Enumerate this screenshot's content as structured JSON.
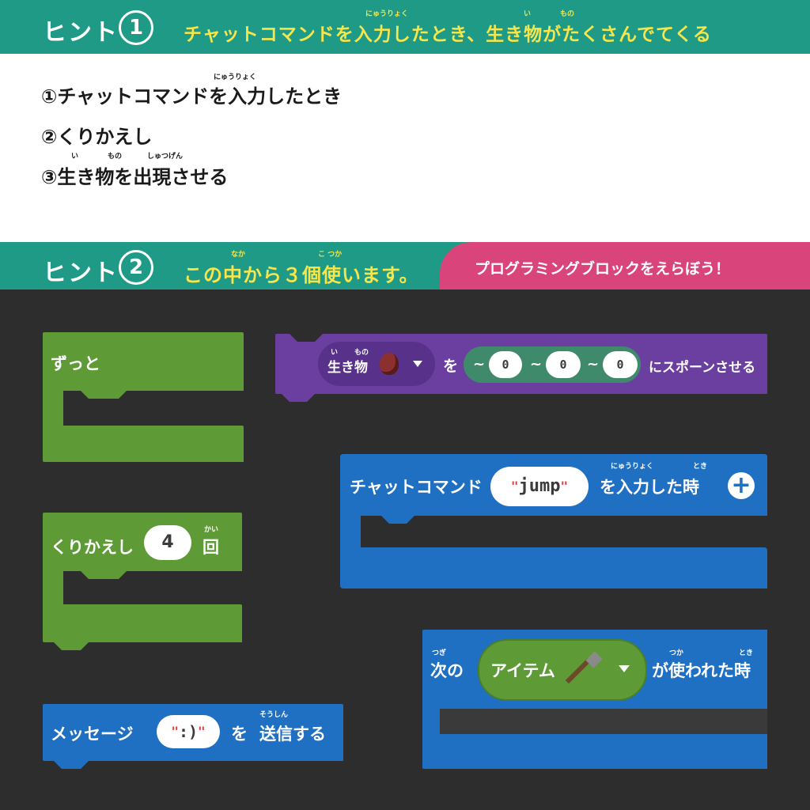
{
  "hint1": {
    "label": "ヒント",
    "number": "1",
    "title": "チャットコマンドを入力したとき、生き物がたくさんでてくる",
    "ruby_nyuuryoku": "にゅうりょく",
    "ruby_i": "い",
    "ruby_mono": "もの",
    "steps": [
      {
        "text": "①チャットコマンドを入力したとき",
        "ruby": "にゅうりょく"
      },
      {
        "text": "②くりかえし"
      },
      {
        "text": "③生き物を出現させる",
        "ruby_i": "い",
        "ruby_mono": "もの",
        "ruby_shutsugen": "しゅつげん"
      }
    ]
  },
  "hint2": {
    "label": "ヒント",
    "number": "2",
    "title": "この中から３個使います。",
    "ruby_naka": "なか",
    "ruby_kotsuka": "こ つか",
    "tab": "プログラミングブロックをえらぼう！"
  },
  "blocks": {
    "forever": {
      "label": "ずっと"
    },
    "repeat": {
      "label": "くりかえし",
      "count": "4",
      "suffix": "回",
      "ruby": "かい"
    },
    "message": {
      "label": "メッセージ",
      "value": ":)",
      "wo": "を",
      "send": "送信する",
      "ruby": "そうしん"
    },
    "spawn": {
      "mob_label": "生き物",
      "ruby_i": "い",
      "ruby_mono": "もの",
      "wo": "を",
      "coords": [
        "~",
        "0",
        "~",
        "0",
        "~",
        "0"
      ],
      "suffix": "にスポーンさせる"
    },
    "chat": {
      "label": "チャットコマンド",
      "value": "jump",
      "suffix": "を入力した時",
      "ruby_nyuuryoku": "にゅうりょく",
      "ruby_toki": "とき"
    },
    "item": {
      "prefix": "次の",
      "ruby_tsugi": "つぎ",
      "dropdown": "アイテム",
      "suffix": "が使われた時",
      "ruby_tsuka": "つか",
      "ruby_toki": "とき"
    }
  },
  "colors": {
    "teal": "#1e9a86",
    "yellow": "#f7e64b",
    "pink": "#d9457a",
    "green": "#5e9a36",
    "purple": "#6a3fa0",
    "blue": "#1f6fc2",
    "background": "#2d2d2d"
  }
}
